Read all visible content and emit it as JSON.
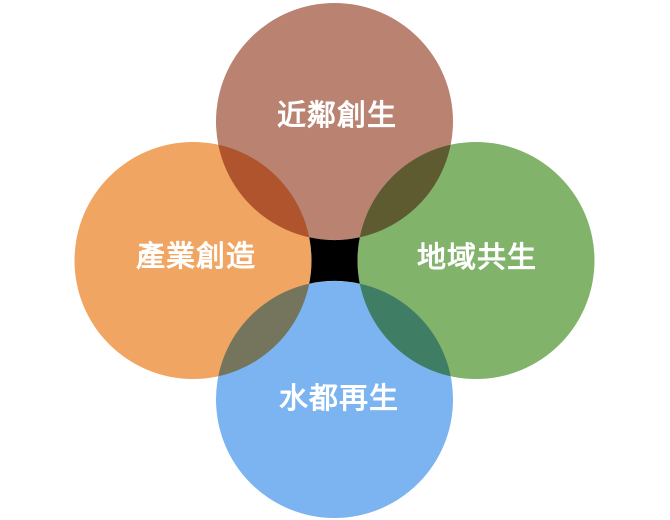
{
  "diagram": {
    "type": "venn-diagram",
    "background_color": "#ffffff",
    "blend_mode": "multiply",
    "center_color": "#000000",
    "label_text_color": "#ffffff",
    "circles": [
      {
        "position": "top",
        "label": "近鄰創生",
        "color": "#b98271"
      },
      {
        "position": "left",
        "label": "產業創造",
        "color": "#f1a562"
      },
      {
        "position": "right",
        "label": "地域共生",
        "color": "#82b36b"
      },
      {
        "position": "bottom",
        "label": "水都再生",
        "color": "#7bb4f0"
      }
    ],
    "overlap_colors": {
      "top_left_rust": "#b0552c",
      "top_right_olive": "#5a5e34",
      "bottom_left_gray": "#747860",
      "bottom_right_teal": "#3a836a"
    }
  }
}
